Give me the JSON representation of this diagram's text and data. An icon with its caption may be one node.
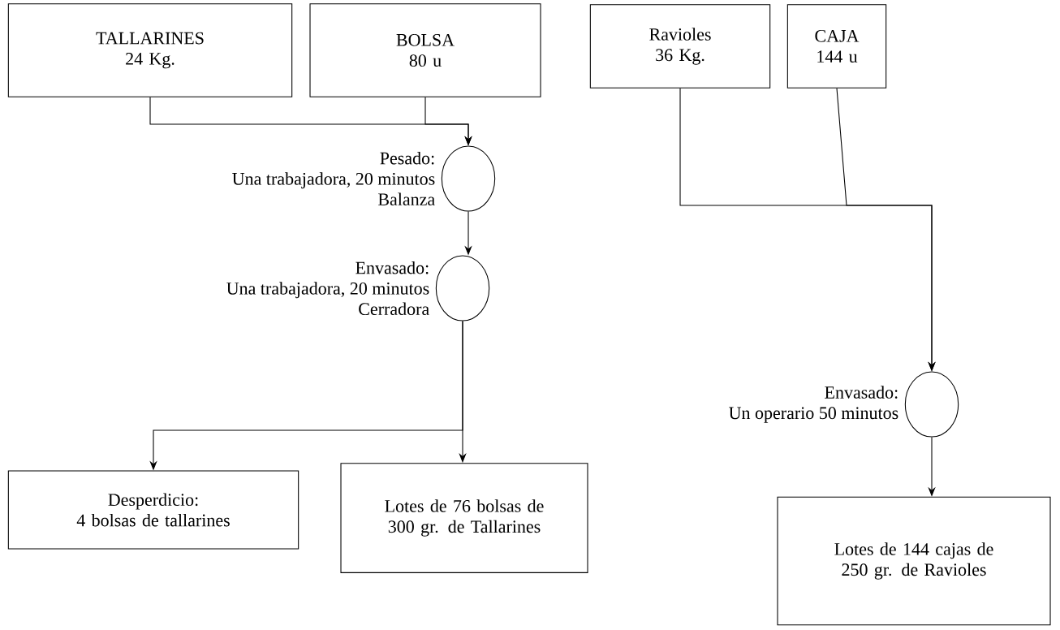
{
  "diagram": {
    "nodes": [
      {
        "text": [
          "TALLARINES",
          "24 Kg."
        ]
      },
      {
        "text": [
          "BOLSA",
          "80 u"
        ]
      },
      {
        "text": [
          "Ravioles",
          "36 Kg."
        ]
      },
      {
        "text": [
          "CAJA",
          "144 u"
        ]
      },
      {
        "text": [],
        "shape": "circle",
        "beside": [
          "Pesado:",
          "Una trabajadora, 20 minutos",
          "Balanza"
        ]
      },
      {
        "text": [],
        "shape": "circle",
        "beside": [
          "Envasado:",
          "Una trabajadora, 20 minutos",
          "Cerradora"
        ]
      },
      {
        "text": [],
        "shape": "circle",
        "beside": [
          "Envasado:",
          "Un operario 50 minutos"
        ]
      },
      {
        "text": [
          "Desperdicio:",
          "4 bolsas de tallarines"
        ]
      },
      {
        "text": [
          "Lotes de 76 bolsas de 300 gr. de Tallarines"
        ]
      },
      {
        "text": [
          "Lotes de 144 cajas de 250 gr. de Ravioles"
        ]
      }
    ],
    "edges": [
      {
        "from": 0,
        "to": 4,
        "arrow": "to"
      },
      {
        "from": 1,
        "to": 4,
        "arrow": "to"
      },
      {
        "from": 4,
        "to": 5,
        "arrow": "to"
      },
      {
        "from": 5,
        "to": 7,
        "arrow": "to"
      },
      {
        "from": 5,
        "to": 8,
        "arrow": "to"
      },
      {
        "from": 2,
        "to": 6,
        "arrow": "to"
      },
      {
        "from": 3,
        "to": 6,
        "arrow": "to"
      },
      {
        "from": 6,
        "to": 9,
        "arrow": "to"
      }
    ]
  }
}
